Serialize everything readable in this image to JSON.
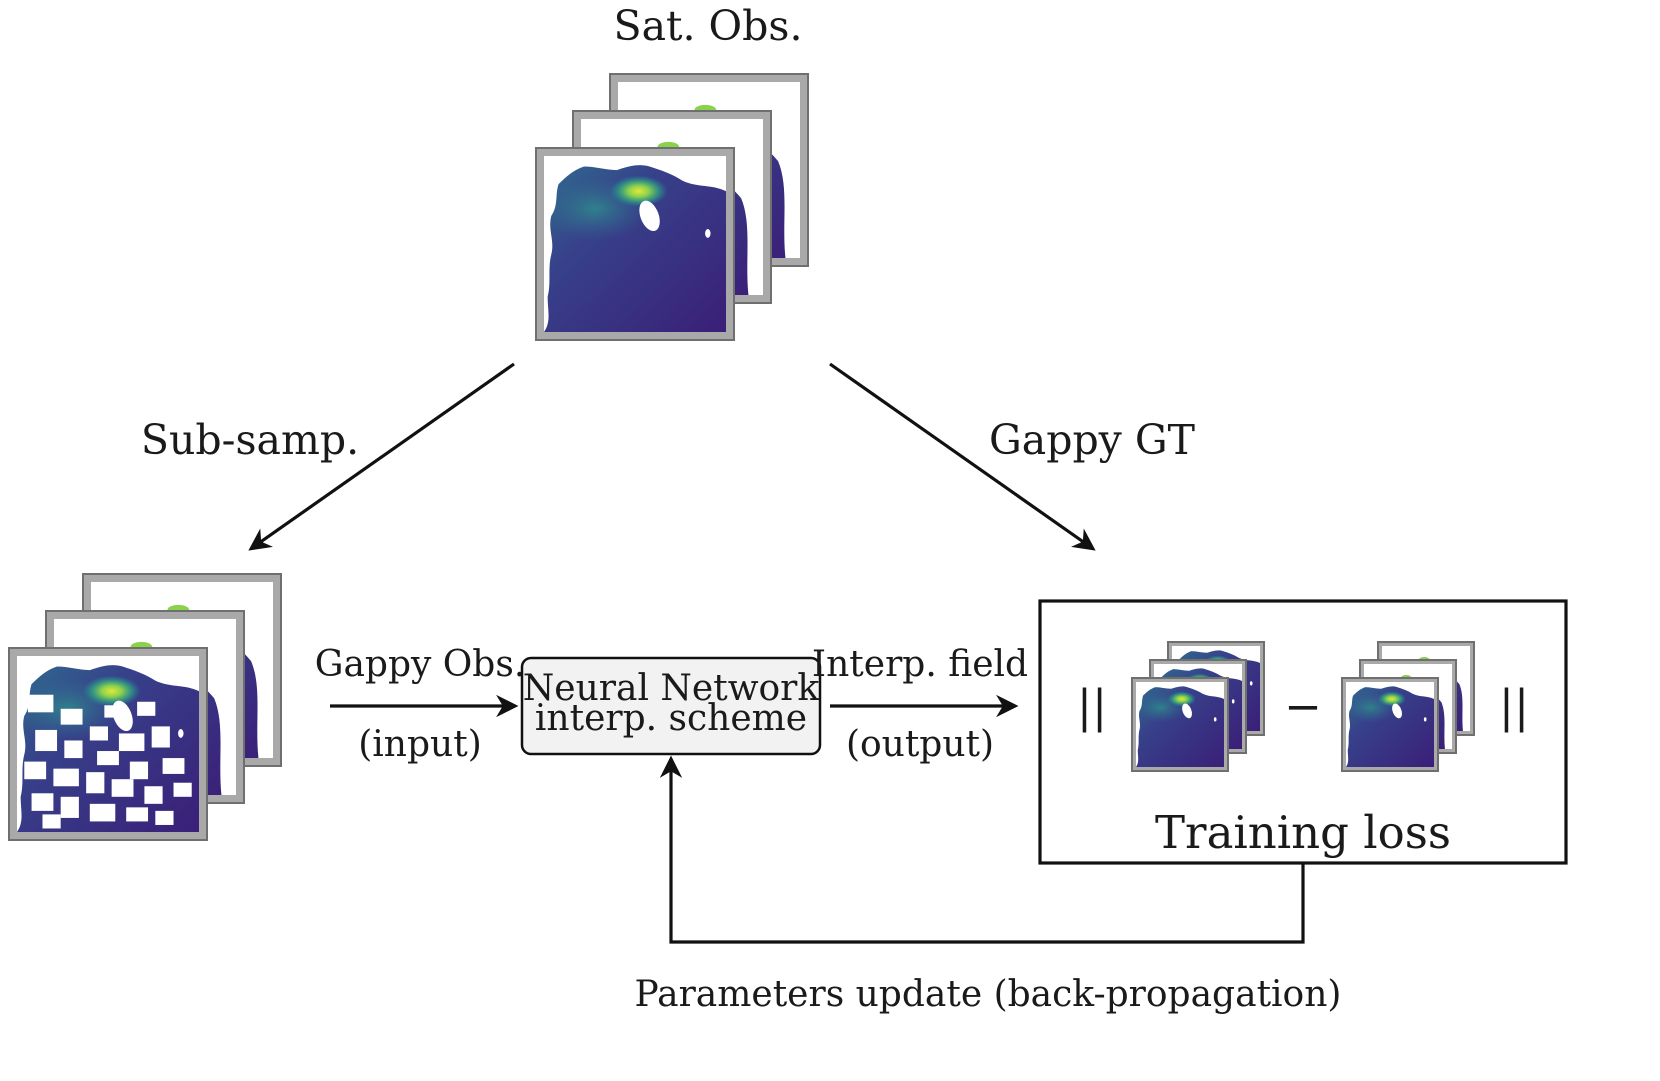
{
  "labels": {
    "sat_obs": "Sat. Obs.",
    "sub_samp": "Sub-samp.",
    "gappy_gt": "Gappy GT",
    "gappy_obs": "Gappy Obs.",
    "input": "(input)",
    "nn_line1": "Neural Network",
    "nn_line2": "interp. scheme",
    "interp_field": "Interp. field",
    "output": "(output)",
    "training_loss": "Training loss",
    "norm_left": "||",
    "minus": "−",
    "norm_right": "||",
    "backprop": "Parameters update (back-propagation)"
  },
  "colors": {
    "ocean_deep": "#3b2a82",
    "ocean_mid": "#2f4f93",
    "ocean_teal": "#2f7f8e",
    "bloom_green": "#8bd24c",
    "bloom_yellow": "#e3e73a",
    "frame_gray": "#a9a9a9",
    "box_fill": "#f2f2f2",
    "stroke": "#111111"
  }
}
